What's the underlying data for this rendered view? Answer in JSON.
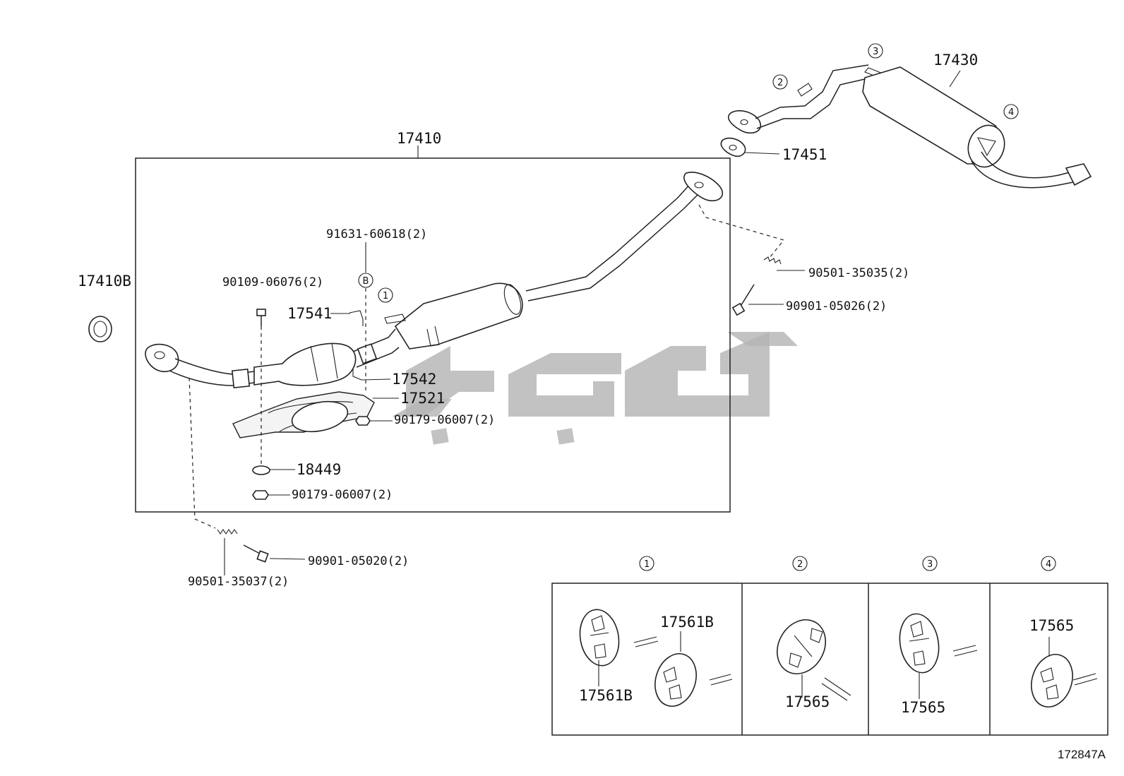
{
  "labels": {
    "p17410": "17410",
    "p17410B": "17410B",
    "p17430": "17430",
    "p17451": "17451",
    "p91631": "91631-60618(2)",
    "p90109": "90109-06076(2)",
    "p17541": "17541",
    "p17542": "17542",
    "p17521": "17521",
    "p90179a": "90179-06007(2)",
    "p18449": "18449",
    "p90179b": "90179-06007(2)",
    "p90501a": "90501-35035(2)",
    "p90901a": "90901-05026(2)",
    "p90901b": "90901-05020(2)",
    "p90501b": "90501-35037(2)",
    "markB": "B"
  },
  "markers": {
    "m1": "1",
    "m2": "2",
    "m3": "3",
    "m4": "4"
  },
  "hangers": {
    "title1": "1",
    "title2": "2",
    "title3": "3",
    "title4": "4",
    "h1a": "17561B",
    "h1b": "17561B",
    "h2": "17565",
    "h3": "17565",
    "h4": "17565"
  },
  "reference": "172847A"
}
